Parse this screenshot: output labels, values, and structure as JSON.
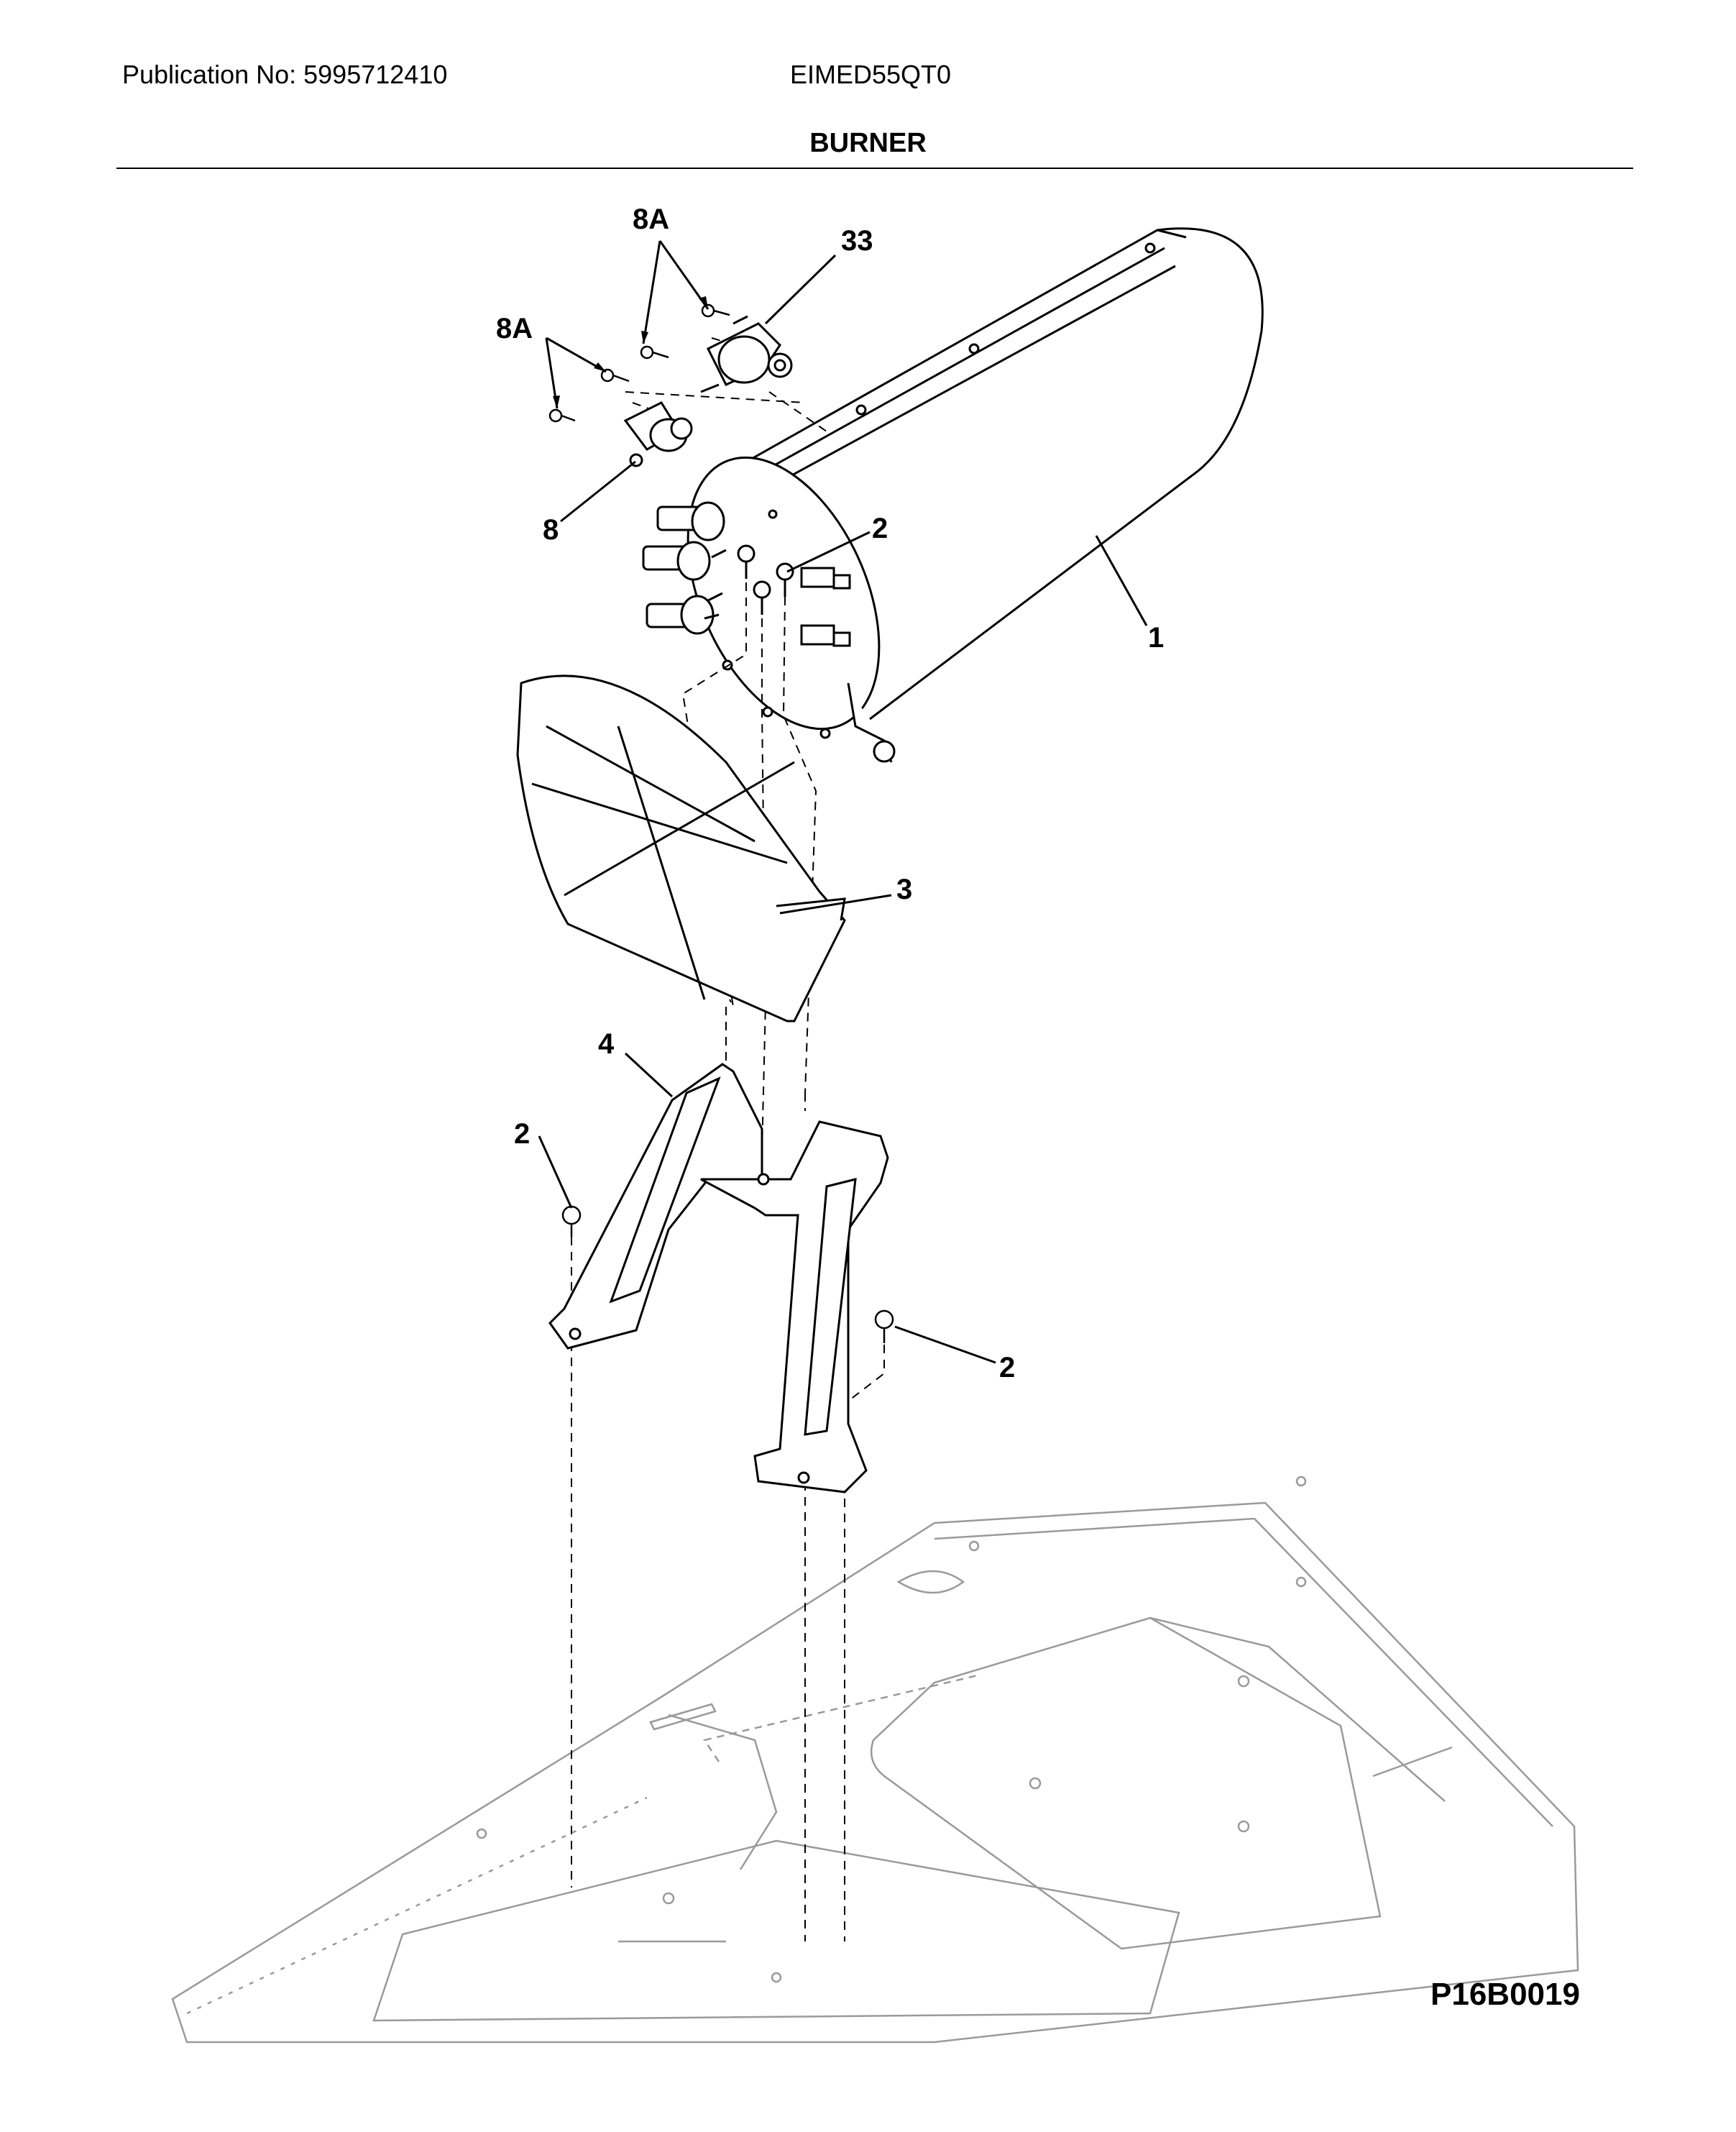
{
  "header": {
    "publication": "Publication No: 5995712410",
    "model": "EIMED55QT0"
  },
  "section_title": "BURNER",
  "figure_code": "P16B0019",
  "callouts": [
    {
      "id": "callout-8a-upper",
      "label": "8A"
    },
    {
      "id": "callout-33",
      "label": "33"
    },
    {
      "id": "callout-8a-lower",
      "label": "8A"
    },
    {
      "id": "callout-8",
      "label": "8"
    },
    {
      "id": "callout-2-top",
      "label": "2"
    },
    {
      "id": "callout-1",
      "label": "1"
    },
    {
      "id": "callout-3",
      "label": "3"
    },
    {
      "id": "callout-4",
      "label": "4"
    },
    {
      "id": "callout-2-left",
      "label": "2"
    },
    {
      "id": "callout-2-right",
      "label": "2"
    }
  ]
}
